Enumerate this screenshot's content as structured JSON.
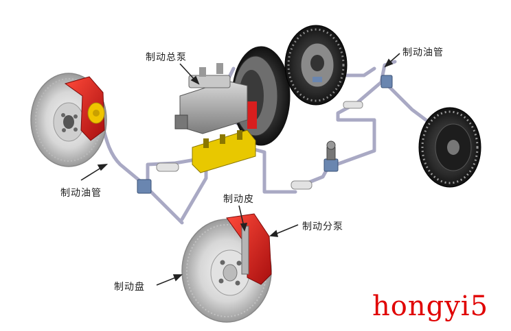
{
  "labels": {
    "master_cylinder": "制动总泵",
    "brake_line_right": "制动油管",
    "brake_line_left": "制动油管",
    "brake_pad": "制动皮",
    "caliper": "制动分泵",
    "brake_disc": "制动盘"
  },
  "watermark": "hongyi5",
  "colors": {
    "watermark": "#e00000",
    "caliper_red": "#d81e1e",
    "valve_yellow": "#e8c800",
    "pipe": "#a9a9c4",
    "fitting_blue": "#6a86b0"
  }
}
